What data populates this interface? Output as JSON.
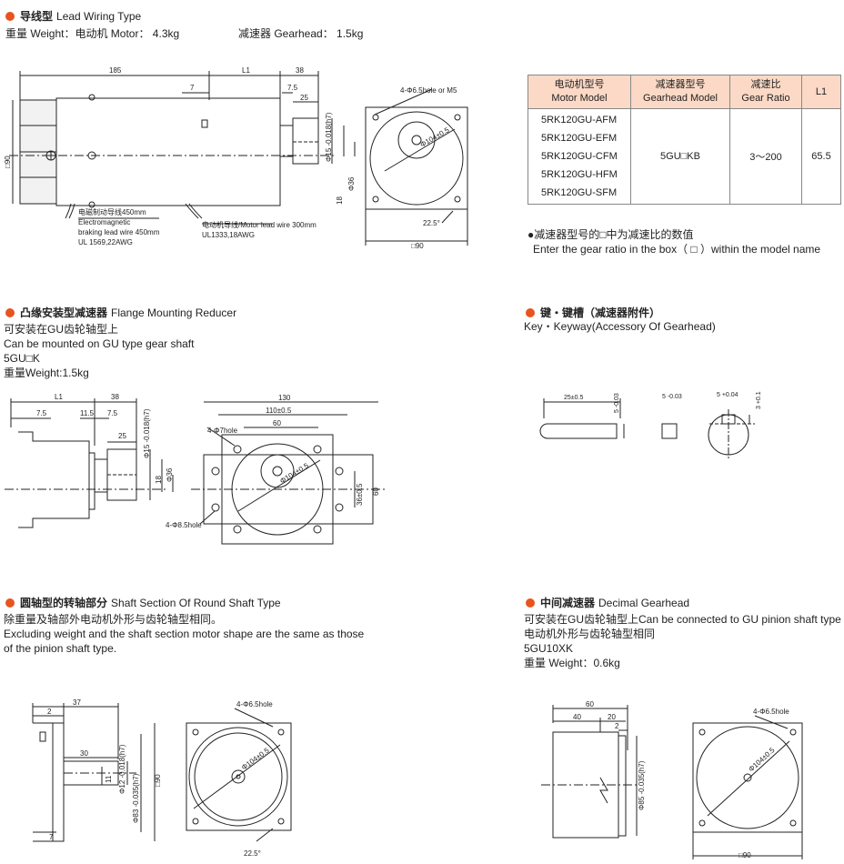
{
  "sec1": {
    "cn": "导线型",
    "en": "Lead Wiring Type",
    "weight_motor": "重量 Weight：电动机 Motor： 4.3kg",
    "weight_gear": "减速器 Gearhead： 1.5kg",
    "dims": {
      "d185": "185",
      "L1": "L1",
      "d38": "38",
      "d7": "7",
      "d7_5": "7.5",
      "d25": "25",
      "shaft": "Φ15 -0.018(h7)",
      "d18": "18",
      "d36": "Φ36",
      "sq90": "□90",
      "hole": "4-Φ6.5hole or M5",
      "pcd": "Φ104±0.5",
      "ang": "22.5°",
      "sq90b": "□90"
    },
    "brake": [
      "电磁制动导线450mm",
      "Electromagnetic",
      "braking lead wire 450mm",
      "UL 1569,22AWG"
    ],
    "motor_lead": [
      "电动机导线/Motor lead wire 300mm",
      "UL1333,18AWG"
    ]
  },
  "table": {
    "headers": [
      [
        "电动机型号",
        "Motor Model"
      ],
      [
        "减速器型号",
        "Gearhead Model"
      ],
      [
        "减速比",
        "Gear Ratio"
      ],
      [
        "L1",
        ""
      ]
    ],
    "motor_models": [
      "5RK120GU-AFM",
      "5RK120GU-EFM",
      "5RK120GU-CFM",
      "5RK120GU-HFM",
      "5RK120GU-SFM"
    ],
    "gearhead": "5GU□KB",
    "ratio": "3～200",
    "l1": "65.5",
    "note_cn": "●减速器型号的□中为减速比的数值",
    "note_en": "Enter the gear ratio in the box（ □ ）within the model name"
  },
  "sec2": {
    "cn": "凸缘安装型减速器",
    "en": "Flange Mounting Reducer",
    "lines": [
      "可安装在GU齿轮轴型上",
      "Can be mounted on GU type gear shaft",
      "5GU□K",
      "重量Weight:1.5kg"
    ],
    "dims": {
      "L1": "L1",
      "d38": "38",
      "d7_5a": "7.5",
      "d11_5": "11.5",
      "d7_5b": "7.5",
      "d25": "25",
      "shaft": "Φ15 -0.018(h7)",
      "d36": "Φ36",
      "d18": "18",
      "d130": "130",
      "d110": "110±0.5",
      "d60": "60",
      "hole7": "4-Φ7hole",
      "pcd": "Φ104±0.5",
      "d36b": "36±0.5",
      "d60b": "60",
      "hole85": "4-Φ8.5hole"
    }
  },
  "sec3": {
    "cn": "键・键槽（减速器附件）",
    "en": "Key・Keyway(Accessory Of Gearhead)",
    "dims": {
      "k25": "25±0.5",
      "k5a": "5 -0.03",
      "k5b": "5 -0.03",
      "k5c": "5 +0.04",
      "k3": "3 +0.1"
    }
  },
  "sec4": {
    "cn": "圆轴型的转轴部分",
    "en": "Shaft Section Of Round Shaft Type",
    "lines": [
      "除重量及轴部外电动机外形与齿轮轴型相同。",
      "Excluding weight and the shaft section motor shape are the same as those",
      "of the pinion shaft type."
    ],
    "dims": {
      "d37": "37",
      "d2": "2",
      "d30": "30",
      "d11": "11",
      "d7": "7",
      "shaft12": "Φ12 -0.018(h7)",
      "d83": "Φ83 -0.035(h7)",
      "sq90": "□90",
      "hole": "4-Φ6.5hole",
      "pcd": "Φ104±0.5",
      "ang": "22.5°"
    }
  },
  "sec5": {
    "cn": "中间减速器",
    "en": "Decimal Gearhead",
    "lines": [
      "可安装在GU齿轮轴型上Can be connected to GU pinion shaft type",
      "电动机外形与齿轮轴型相同",
      "5GU10XK",
      "重量 Weight：0.6kg"
    ],
    "dims": {
      "d60": "60",
      "d40": "40",
      "d20": "20",
      "d2": "2",
      "d85": "Φ85 -0.035(h7)",
      "hole": "4-Φ6.5hole",
      "pcd": "Φ104±0.5",
      "sq90": "□90"
    }
  }
}
